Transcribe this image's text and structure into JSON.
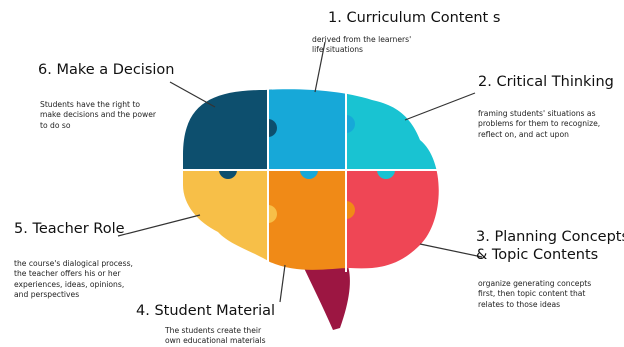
{
  "colors": {
    "piece_top_left": "#0d4f6e",
    "piece_top_center": "#17a8d8",
    "piece_top_right": "#19c3d2",
    "piece_bottom_left": "#f7bf48",
    "piece_bottom_center": "#f08a17",
    "piece_bottom_right": "#ef4655",
    "brain_stem": "#9c1642",
    "connector_lines": "#333333"
  },
  "items": [
    {
      "number_title": "1. Curriculum Content s",
      "description_lines": [
        "derived from the learners'",
        "life situations"
      ]
    },
    {
      "number_title": "2. Critical Thinking",
      "description_lines": [
        "framing students' situations as",
        "problems for them to recognize,",
        "reflect on, and act upon"
      ]
    },
    {
      "number_title_lines": [
        "3. Planning Concepts",
        "& Topic Contents"
      ],
      "description_lines": [
        "organize generating concepts",
        "first, then topic content that",
        "relates to those ideas"
      ]
    },
    {
      "number_title": "4. Student Material",
      "description_lines": [
        "The students create their",
        "own educational materials"
      ]
    },
    {
      "number_title": "5. Teacher Role",
      "description_lines": [
        "the course's dialogical process,",
        "the teacher offers his or her",
        "experiences, ideas, opinions,",
        "and perspectives"
      ]
    },
    {
      "number_title": "6. Make a Decision",
      "description_lines": [
        "Students have the right to",
        "make decisions and the power",
        "to do so"
      ]
    }
  ]
}
